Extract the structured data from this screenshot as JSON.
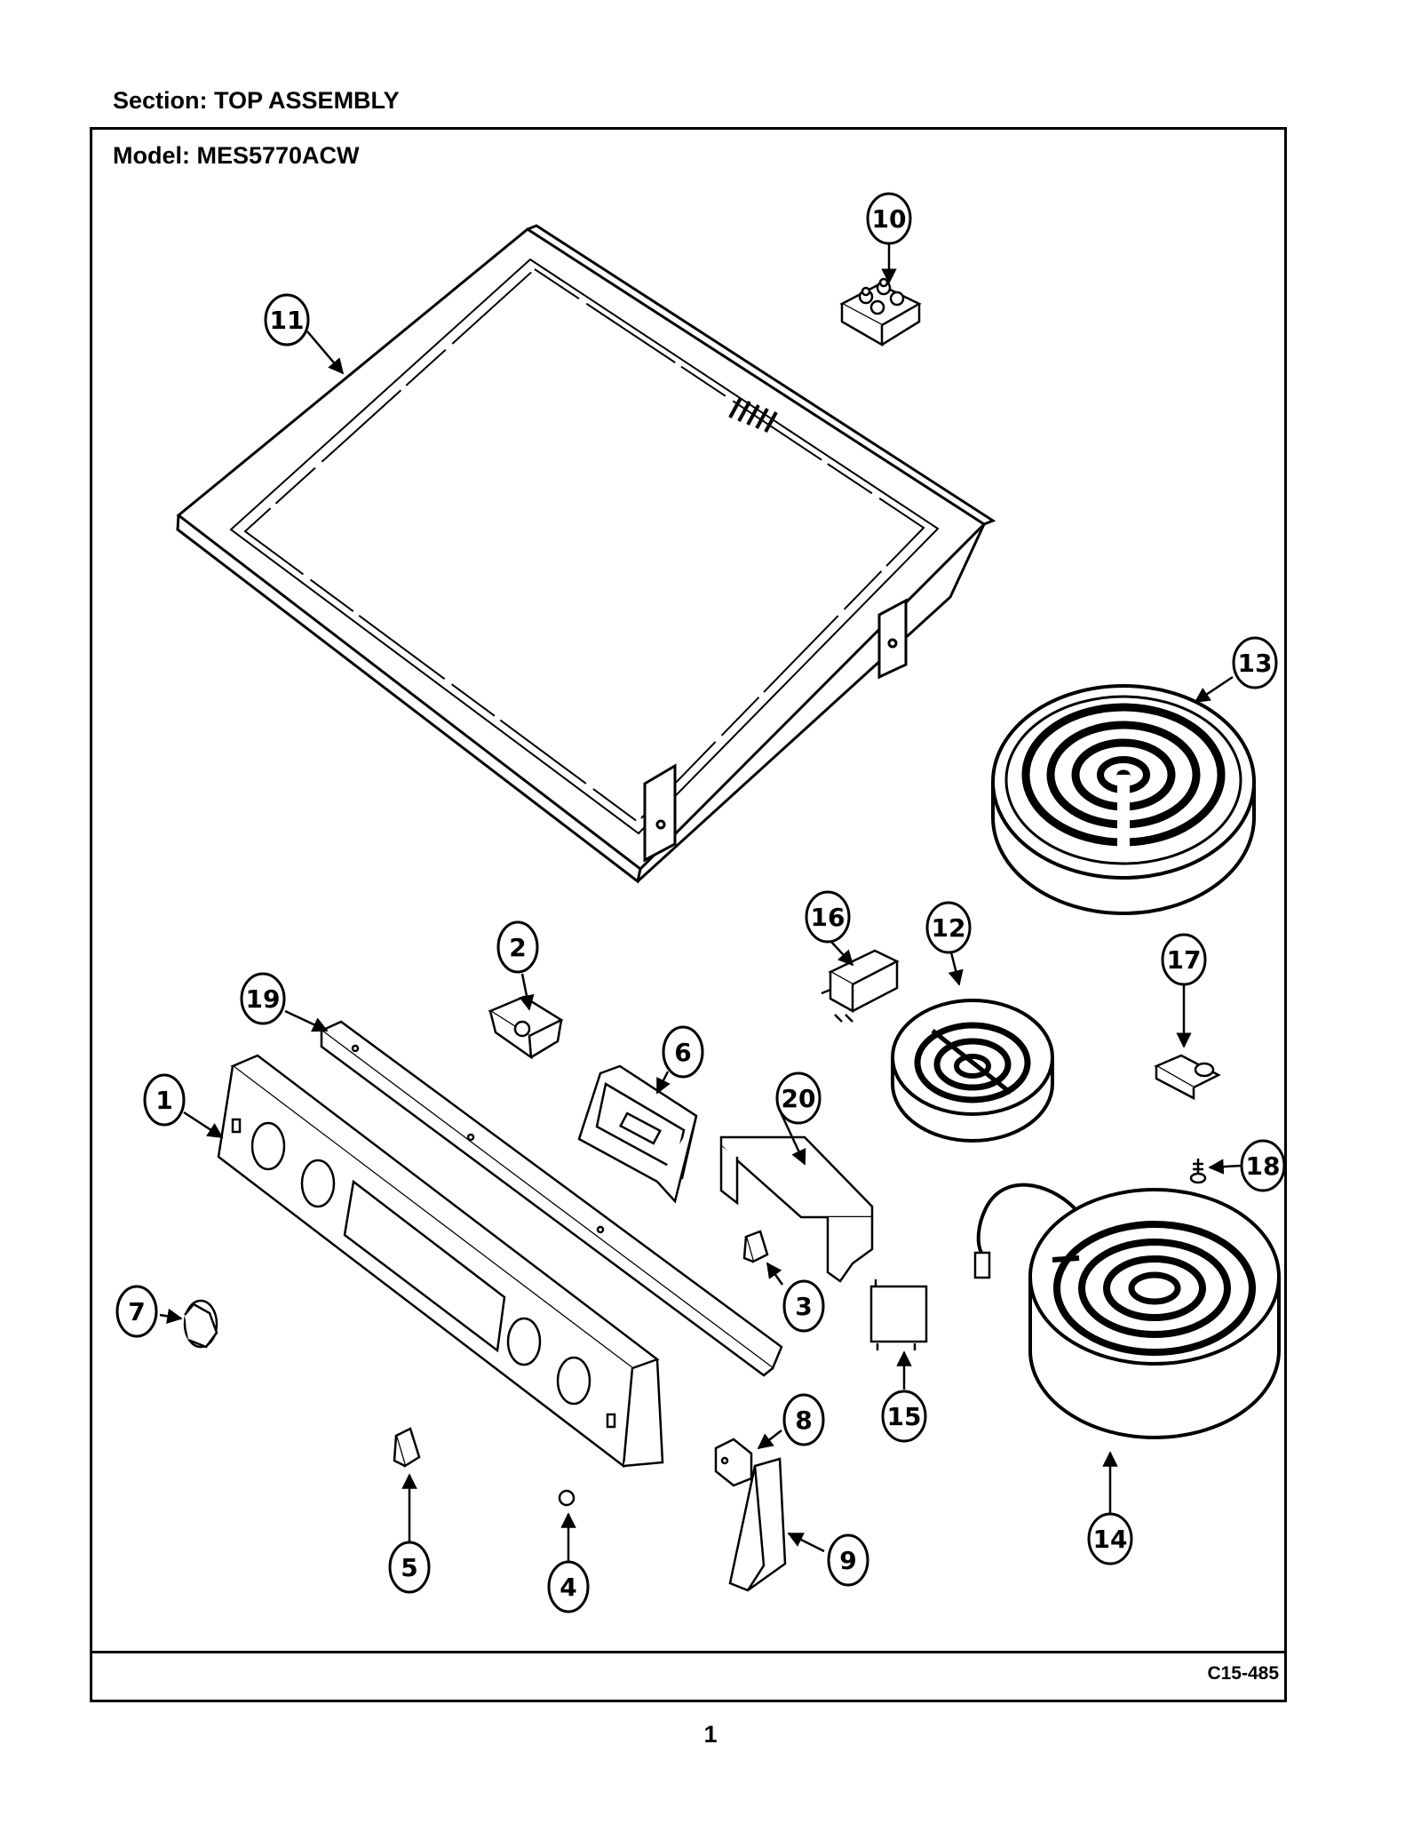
{
  "header": {
    "section": "Section:  TOP ASSEMBLY",
    "model": "Model:  MES5770ACW"
  },
  "footer": {
    "drawing_code": "C15-485",
    "page_number": "1"
  },
  "callouts": [
    "1",
    "2",
    "3",
    "4",
    "5",
    "6",
    "7",
    "8",
    "9",
    "10",
    "11",
    "12",
    "13",
    "14",
    "15",
    "16",
    "17",
    "18",
    "19",
    "20"
  ]
}
